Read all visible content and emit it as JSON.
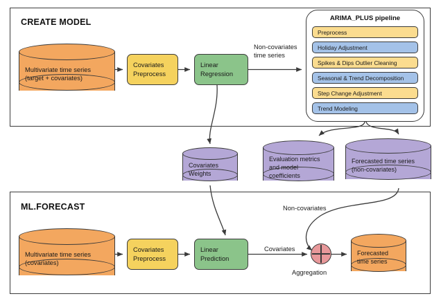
{
  "palette": {
    "orange": "#F3A75F",
    "yellow": "#F5D25E",
    "pipeline_yellow": "#FBDC8F",
    "pipeline_blue": "#A4C2E8",
    "green": "#8BC48A",
    "purple": "#B4A7D6",
    "pink": "#E8989A",
    "stroke": "#3a3a3a",
    "background": "#ffffff"
  },
  "sections": {
    "create_model": {
      "title": "CREATE MODEL"
    },
    "ml_forecast": {
      "title": "ML.FORECAST"
    }
  },
  "create_model": {
    "source_cylinder": {
      "label": "Multivariate time series\n(target + covariates)"
    },
    "covariates_preprocess": {
      "label": "Covariates\nPreprocess"
    },
    "linear_regression": {
      "label": "Linear\nRegression"
    },
    "edge_non_covariates": {
      "label": "Non-covariates\ntime series"
    },
    "pipeline": {
      "title": "ARIMA_PLUS pipeline",
      "steps": [
        {
          "label": "Preprocess",
          "color": "#FBDC8F"
        },
        {
          "label": "Holiday Adjustment",
          "color": "#A4C2E8"
        },
        {
          "label": "Spikes & Dips Outlier Cleaning",
          "color": "#FBDC8F"
        },
        {
          "label": "Seasonal & Trend Decomposition",
          "color": "#A4C2E8"
        },
        {
          "label": "Step Change Adjustment",
          "color": "#FBDC8F"
        },
        {
          "label": "Trend Modeling",
          "color": "#A4C2E8"
        }
      ]
    }
  },
  "intermediate_stores": [
    {
      "label": "Covariates\nWeights"
    },
    {
      "label": "Evaluation metrics\nand model\ncoefficients"
    },
    {
      "label": "Forecasted time series\n(non-covariates)"
    }
  ],
  "ml_forecast": {
    "source_cylinder": {
      "label": "Multivariate time series\n(covariates)"
    },
    "covariates_preprocess": {
      "label": "Covariates\nPreprocess"
    },
    "linear_prediction": {
      "label": "Linear\nPrediction"
    },
    "edge_covariates": {
      "label": "Covariates"
    },
    "edge_non_covariates": {
      "label": "Non-covariates"
    },
    "aggregation": {
      "label": "Aggregation"
    },
    "output_cylinder": {
      "label": "Forecasted\ntime series"
    }
  }
}
